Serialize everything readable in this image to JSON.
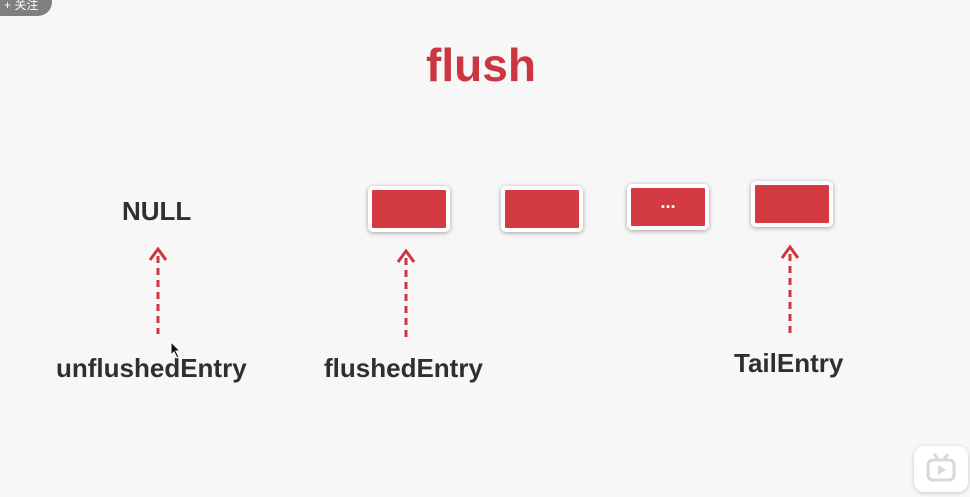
{
  "follow_button": {
    "label": "+ 关注"
  },
  "diagram": {
    "title": "flush",
    "null_label": "NULL",
    "nodes": [
      "",
      "",
      "...",
      ""
    ],
    "pointers": {
      "unflushed": "unflushedEntry",
      "flushed": "flushedEntry",
      "tail": "TailEntry"
    }
  },
  "colors": {
    "accent": "#cc3640",
    "node": "#d43a41",
    "text": "#2f2f2f"
  }
}
